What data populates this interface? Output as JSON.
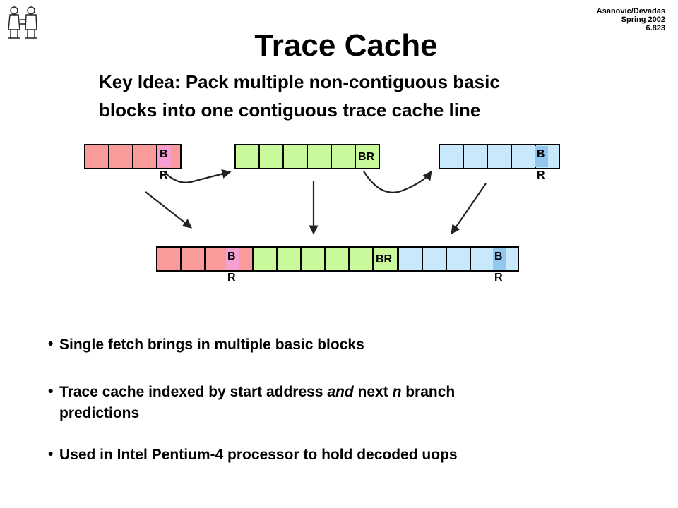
{
  "header": {
    "credits": [
      "Asanovic/Devadas",
      "Spring 2002",
      "6.823"
    ],
    "title": "Trace Cache",
    "key_idea_lines": [
      "Key Idea: Pack multiple non-contiguous basic",
      "blocks into one contiguous trace cache line"
    ]
  },
  "diagram": {
    "colors": {
      "red": "#fa9b9b",
      "pink": "#f6a0d2",
      "green": "#c9f99b",
      "blue": "#c8e8fb",
      "blue_dark": "#92c8f0"
    },
    "br_label": "BR",
    "br_b": "B",
    "br_r": "R",
    "blocks": [
      {
        "color": "red",
        "cells": 4,
        "branch": "stacked"
      },
      {
        "color": "green",
        "cells": 6,
        "branch": "inline"
      },
      {
        "color": "blue",
        "cells": 5,
        "branch": "stacked"
      }
    ],
    "trace_line": {
      "segments": [
        "red",
        "green",
        "blue"
      ]
    }
  },
  "bullets": [
    {
      "parts": [
        "Single fetch brings in multiple basic blocks"
      ]
    },
    {
      "parts": [
        "Trace cache indexed by start address ",
        "and",
        " next ",
        "n",
        " branch"
      ],
      "italic": [
        1,
        3
      ],
      "continuation": "predictions"
    },
    {
      "parts": [
        "Used in Intel Pentium-4 processor to hold decoded uops"
      ]
    }
  ]
}
